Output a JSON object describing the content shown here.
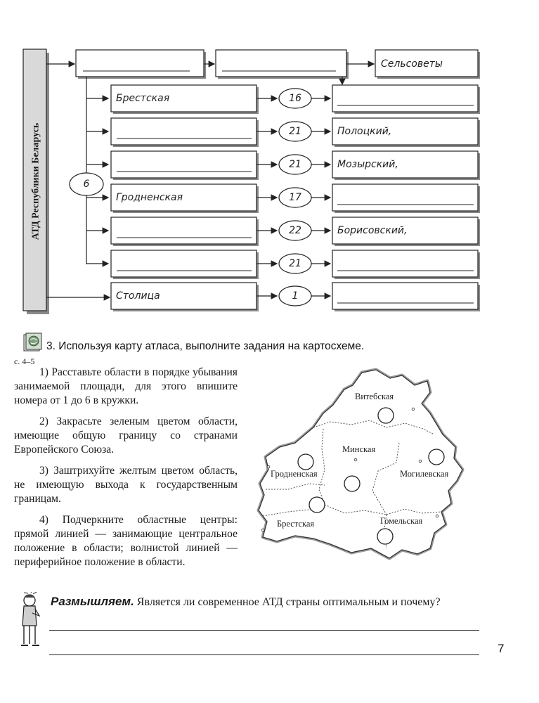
{
  "scheme": {
    "vertical_title": "АТД Республики Беларусь",
    "count_oval": "6",
    "sel_label": "Сельсоветы",
    "rows": [
      {
        "region": "Брестская",
        "count": "16",
        "district": ""
      },
      {
        "region": "",
        "count": "21",
        "district": "Полоцкий,"
      },
      {
        "region": "",
        "count": "21",
        "district": "Мозырский,"
      },
      {
        "region": "Гродненская",
        "count": "17",
        "district": ""
      },
      {
        "region": "",
        "count": "22",
        "district": "Борисовский,"
      },
      {
        "region": "",
        "count": "21",
        "district": ""
      },
      {
        "region": "Столица",
        "count": "1",
        "district": ""
      }
    ]
  },
  "task": {
    "heading": "3. Используя карту атласа, выполните задания на картосхеме.",
    "page_ref": "с. 4–5",
    "items": [
      "1) Расставьте области в порядке убывания занимаемой площади, для этого впишите номера от 1 до 6 в кружки.",
      "2) Закрасьте зеленым цветом области, имеющие общую границу со странами Европейского Союза.",
      "3) Заштрихуйте желтым цветом область, не имеющую выхода к государственным границам.",
      "4) Подчеркните областные центры: прямой линией — занимающие центральное положение в области; волнистой линией — периферийное положение в области."
    ]
  },
  "map": {
    "regions": [
      "Витебская",
      "Минская",
      "Гродненская",
      "Могилевская",
      "Брестская",
      "Гомельская"
    ]
  },
  "reflection": {
    "lead": "Размышляем.",
    "question": "Является ли современное АТД страны оптимальным и почему?"
  },
  "page_number": "7"
}
